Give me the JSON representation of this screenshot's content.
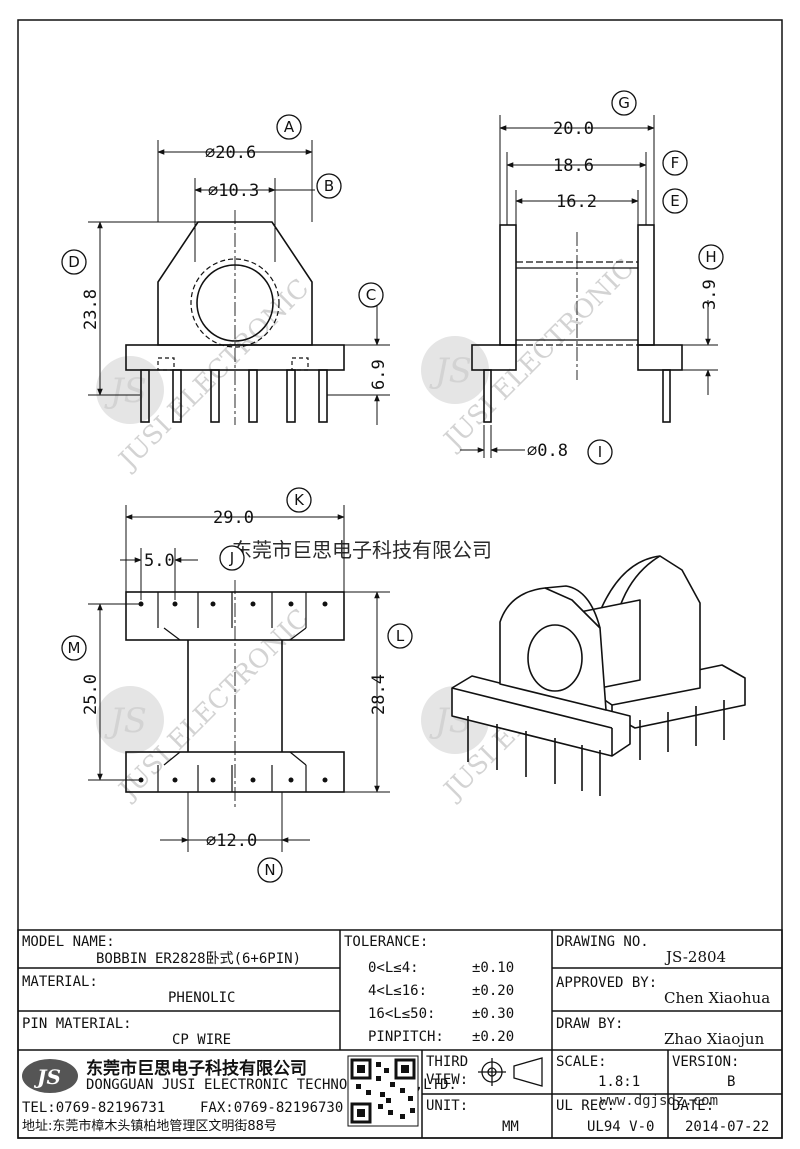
{
  "watermark": {
    "brand": "JS",
    "text": "JUSI ELECTRONIC",
    "company_overlay": "东莞市巨思电子科技有限公司",
    "site": "www.dgjsdz.com"
  },
  "dims": {
    "a": "⌀20.6",
    "b": "⌀10.3",
    "c": "6.9",
    "d": "23.8",
    "e": "16.2",
    "f": "18.6",
    "g": "20.0",
    "h": "3.9",
    "i": "⌀0.8",
    "j": "5.0",
    "k": "29.0",
    "l": "28.4",
    "m": "25.0",
    "n": "⌀12.0"
  },
  "callouts": {
    "a": "A",
    "b": "B",
    "c": "C",
    "d": "D",
    "e": "E",
    "f": "F",
    "g": "G",
    "h": "H",
    "i": "I",
    "j": "J",
    "k": "K",
    "l": "L",
    "m": "M",
    "n": "N"
  },
  "title_block": {
    "model_name_label": "MODEL NAME:",
    "model_name_value": "BOBBIN ER2828卧式(6+6PIN)",
    "material_label": "MATERIAL:",
    "material_value": "PHENOLIC",
    "pin_material_label": "PIN MATERIAL:",
    "pin_material_value": "CP WIRE",
    "tolerance_label": "TOLERANCE:",
    "tolerance_rows": [
      {
        "range": "0<L≤4:",
        "value": "±0.10"
      },
      {
        "range": "4<L≤16:",
        "value": "±0.20"
      },
      {
        "range": "16<L≤50:",
        "value": "±0.30"
      },
      {
        "range": "PINPITCH:",
        "value": "±0.20"
      }
    ],
    "drawing_no_label": "DRAWING NO.",
    "drawing_no_value": "JS-2804",
    "approved_by_label": "APPROVED BY:",
    "approved_by_value": "Chen Xiaohua",
    "draw_by_label": "DRAW BY:",
    "draw_by_value": "Zhao Xiaojun",
    "company_cn": "东莞市巨思电子科技有限公司",
    "company_en": "DONGGUAN JUSI ELECTRONIC TECHNOLOGY CO.,LTD.",
    "logo": "JS",
    "tel": "TEL:0769-82196731",
    "fax": "FAX:0769-82196730",
    "address": "地址:东莞市樟木头镇柏地管理区文明街88号",
    "third_view_label": "THIRD\nVIEW:",
    "third_view_line1": "THIRD",
    "third_view_line2": "VIEW:",
    "unit_label": "UNIT:",
    "unit_value": "MM",
    "scale_label": "SCALE:",
    "scale_value": "1.8:1",
    "version_label": "VERSION:",
    "version_value": "B",
    "ul_rec_label": "UL REC:",
    "ul_rec_value": "UL94 V-0",
    "date_label": "DATE:",
    "date_value": "2014-07-22"
  }
}
